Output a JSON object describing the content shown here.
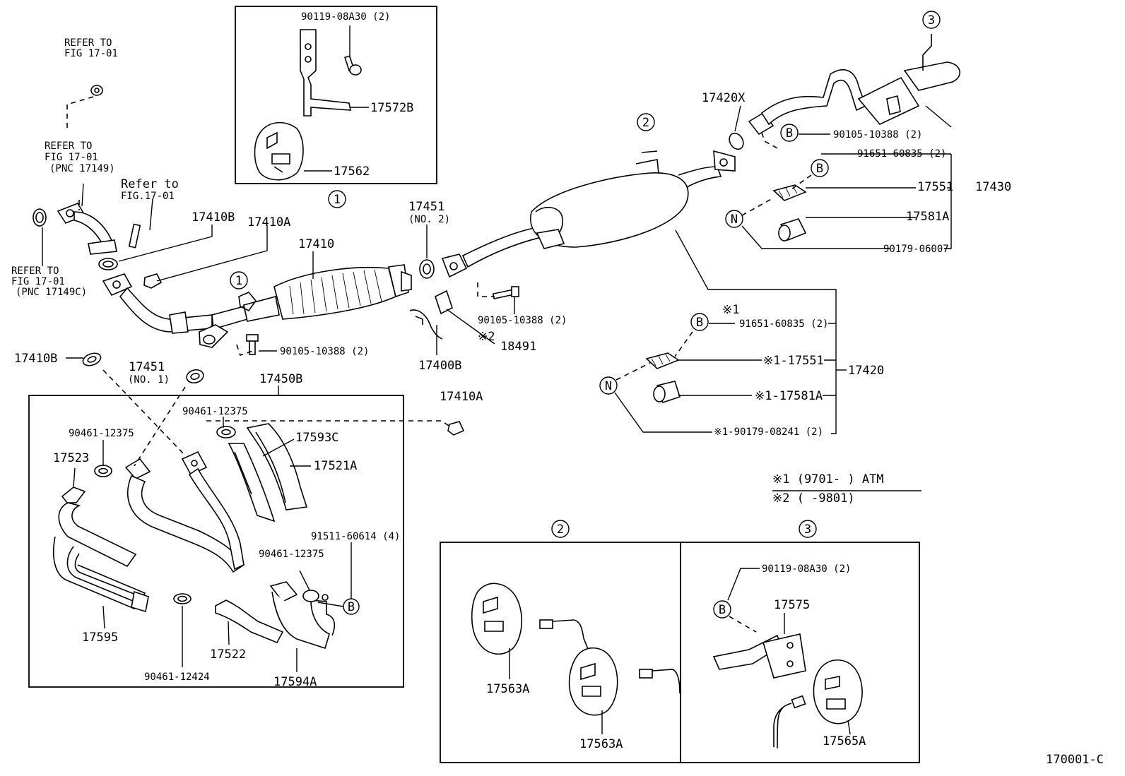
{
  "figure_code": "170001-C",
  "callouts": {
    "c1_top": "1",
    "c1_inline": "1",
    "c2_top": "2",
    "c3_top": "3",
    "c2_box": "2",
    "c3_box": "3",
    "b_17420x": "B",
    "b_17430": "B",
    "n_17430": "N",
    "b_17420": "B",
    "n_17420": "N",
    "b_91511": "B",
    "b_box3": "B"
  },
  "labels": {
    "refer_top_1": "REFER TO",
    "refer_top_2": "FIG  17-01",
    "refer_mid_1": "REFER TO",
    "refer_mid_2": "FIG 17-01",
    "refer_mid_3": "(PNC 17149)",
    "refer_small_1": "Refer to",
    "refer_small_2": "FIG.17-01",
    "refer_left_1": "REFER TO",
    "refer_left_2": "FIG 17-01",
    "refer_left_3": "(PNC 17149C)",
    "p17410B_top": "17410B",
    "p17410A_top": "17410A",
    "p17410": "17410",
    "p17451_no2_a": "17451",
    "p17451_no2_b": "(NO. 2)",
    "p90105_mid": "90105-10388 (2)",
    "p18491": "18491",
    "mark2_18491": "※2",
    "p17400B": "17400B",
    "p90105_low": "90105-10388 (2)",
    "p17410B_left": "17410B",
    "p17451_no1_a": "17451",
    "p17451_no1_b": "(NO. 1)",
    "p17450B": "17450B",
    "p17410A_right": "17410A",
    "box1_90119": "90119-08A30 (2)",
    "box1_17572B": "17572B",
    "box1_17562": "17562",
    "p17420X": "17420X",
    "p90105_right": "90105-10388 (2)",
    "p91651_top": "91651-60835 (2)",
    "p17551_top": "17551",
    "p17430": "17430",
    "p17581A_top": "17581A",
    "p90179_top": "90179-06007",
    "mark1_top": "※1",
    "p91651_low": "91651-60835 (2)",
    "p17551_low": "※1-17551",
    "p17420": "17420",
    "p17581A_low": "※1-17581A",
    "p90179_low": "※1-90179-08241 (2)",
    "legend1": "※1  (9701-       ) ATM",
    "legend2": "※2  (        -9801)",
    "lb_90461_a": "90461-12375",
    "lb_90461_b": "90461-12375",
    "lb_17523": "17523",
    "lb_17593C": "17593C",
    "lb_17521A": "17521A",
    "lb_91511": "91511-60614 (4)",
    "lb_90461_c": "90461-12375",
    "lb_17595": "17595",
    "lb_17522": "17522",
    "lb_90461_12424": "90461-12424",
    "lb_17594A": "17594A",
    "box2_17563A_a": "17563A",
    "box2_17563A_b": "17563A",
    "box3_90119": "90119-08A30 (2)",
    "box3_17575": "17575",
    "box3_17565A": "17565A"
  }
}
